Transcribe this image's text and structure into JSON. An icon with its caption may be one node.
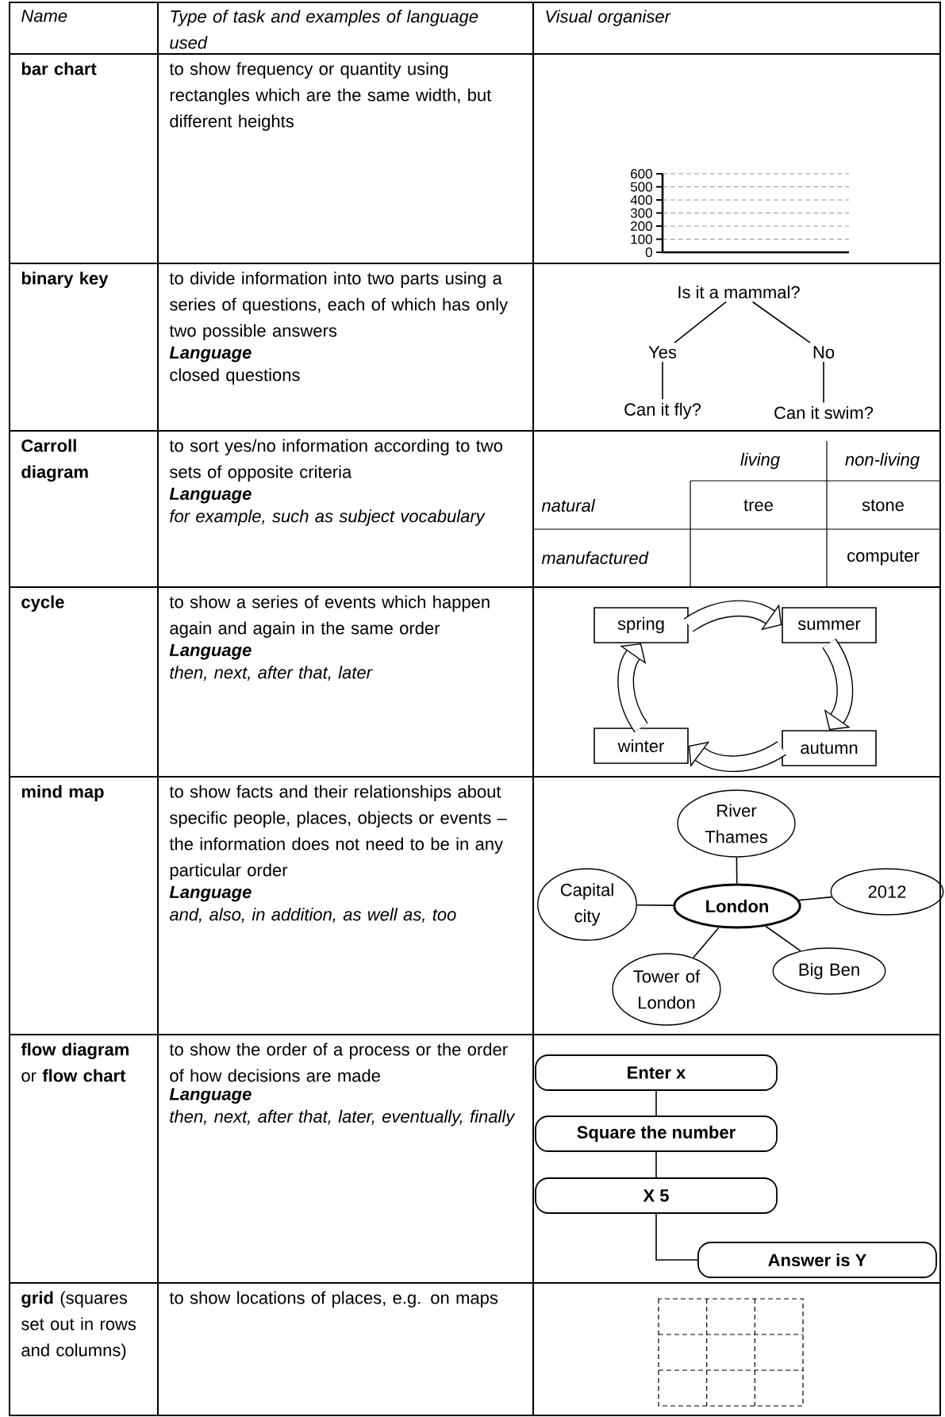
{
  "diagram": {
    "nodes": [
      {
        "text": [
          "Is it a mammal?"
        ]
      },
      {
        "text": [
          "Yes"
        ]
      },
      {
        "text": [
          "No"
        ]
      },
      {
        "text": [
          "Can it fly?"
        ]
      },
      {
        "text": [
          "Can it swim?"
        ]
      },
      {
        "text": [
          "spring"
        ]
      },
      {
        "text": [
          "summer"
        ]
      },
      {
        "text": [
          "winter"
        ]
      },
      {
        "text": [
          "autumn"
        ]
      },
      {
        "text": [
          "River Thames"
        ]
      },
      {
        "text": [
          "Capital city"
        ]
      },
      {
        "text": [
          "London"
        ]
      },
      {
        "text": [
          "2012"
        ]
      },
      {
        "text": [
          "Tower of London"
        ]
      },
      {
        "text": [
          "Big Ben"
        ]
      },
      {
        "text": [
          "Enter x"
        ]
      },
      {
        "text": [
          "Square the number"
        ]
      },
      {
        "text": [
          "X 5"
        ]
      },
      {
        "text": [
          "Answer is Y"
        ]
      }
    ],
    "edges": [
      {
        "from": 0,
        "to": 1,
        "arrow": "none"
      },
      {
        "from": 0,
        "to": 2,
        "arrow": "none"
      },
      {
        "from": 1,
        "to": 3,
        "arrow": "none"
      },
      {
        "from": 2,
        "to": 4,
        "arrow": "none"
      },
      {
        "from": 5,
        "to": 6,
        "arrow": "to",
        "style": "thick"
      },
      {
        "from": 6,
        "to": 8,
        "arrow": "to",
        "style": "thick"
      },
      {
        "from": 8,
        "to": 7,
        "arrow": "to",
        "style": "thick"
      },
      {
        "from": 7,
        "to": 5,
        "arrow": "to",
        "style": "thick"
      },
      {
        "from": 11,
        "to": 9,
        "arrow": "none"
      },
      {
        "from": 11,
        "to": 10,
        "arrow": "none"
      },
      {
        "from": 11,
        "to": 12,
        "arrow": "none"
      },
      {
        "from": 11,
        "to": 13,
        "arrow": "none"
      },
      {
        "from": 11,
        "to": 14,
        "arrow": "none"
      },
      {
        "from": 15,
        "to": 16,
        "arrow": "none"
      },
      {
        "from": 16,
        "to": 17,
        "arrow": "none"
      },
      {
        "from": 17,
        "to": 18,
        "arrow": "none"
      }
    ],
    "labels": [
      "Name",
      "Type of task and examples of language used",
      "Visual organiser",
      "bar chart",
      "to show frequency or quantity using rectangles which are the same width, but different heights",
      "600",
      "500",
      "400",
      "300",
      "200",
      "100",
      "0",
      "binary key",
      "to divide information into two parts using a series of questions, each of which has only two possible answers",
      "Language",
      "closed questions",
      "Carroll diagram",
      "to sort yes/no information according to two sets of opposite criteria",
      "Language",
      "for example, such as subject vocabulary",
      "living",
      "non-living",
      "natural",
      "tree",
      "stone",
      "manufactured",
      "computer",
      "cycle",
      "to show a series of events which happen again and again in the same order",
      "Language",
      "then, next, after that, later",
      "mind map",
      "to show facts and their relationships about specific people, places, objects or events – the information does not need to be in any particular order",
      "Language",
      "and, also, in addition, as well as, too",
      "**flow diagram** or **flow chart**",
      "to show the order of a process or the order of how decisions are made",
      "Language",
      "then, next, after that, later, eventually, finally",
      "**grid** (squares set out in rows and columns)",
      "to show locations of places, e.g. on maps"
    ]
  }
}
